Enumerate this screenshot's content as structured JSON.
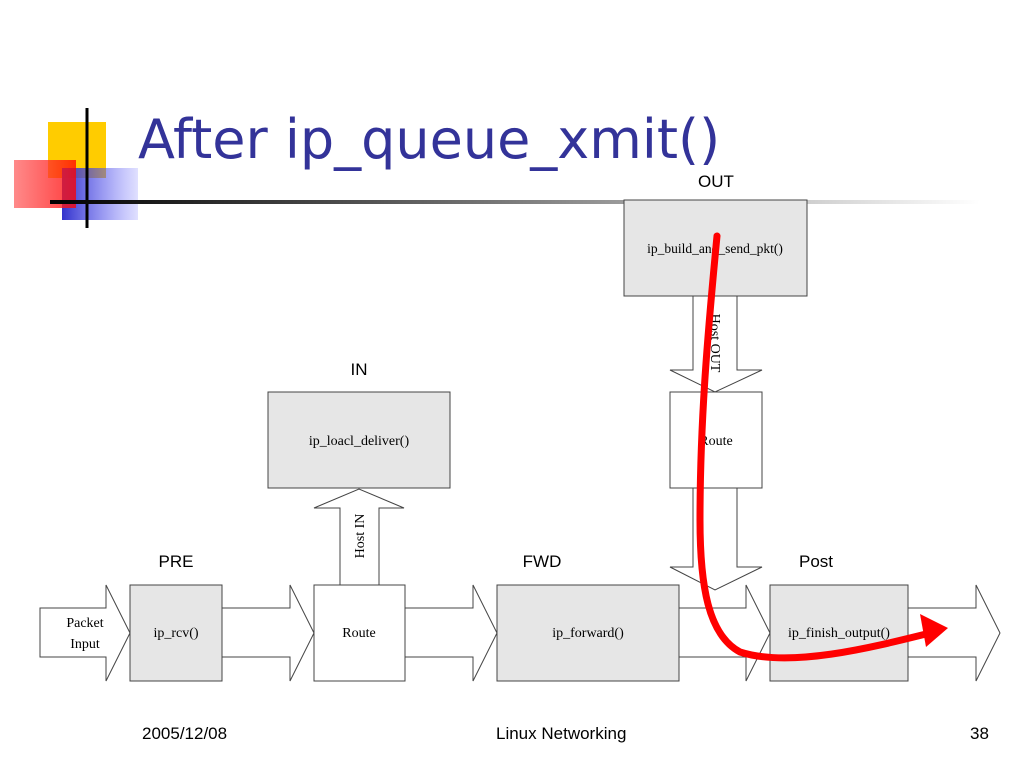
{
  "slide": {
    "title": "After ip_queue_xmit()",
    "footer": {
      "date": "2005/12/08",
      "center": "Linux Networking",
      "page": "38"
    }
  },
  "diagram": {
    "hooks": {
      "out": "OUT",
      "in": "IN",
      "pre": "PRE",
      "fwd": "FWD",
      "post": "Post"
    },
    "boxes": {
      "build_send": "ip_build_and_send_pkt()",
      "local_deliver": "ip_loacl_deliver()",
      "route_out": "Route",
      "rcv": "ip_rcv()",
      "route_in": "Route",
      "forward": "ip_forward()",
      "finish_output": "ip_finish_output()"
    },
    "arrows": {
      "packet_input_line1": "Packet",
      "packet_input_line2": "Input",
      "host_in": "Host IN",
      "host_out": "Host OUT"
    },
    "colors": {
      "title": "#333399",
      "box_fill": "#e6e6e6",
      "path_highlight": "#ff0000"
    }
  }
}
